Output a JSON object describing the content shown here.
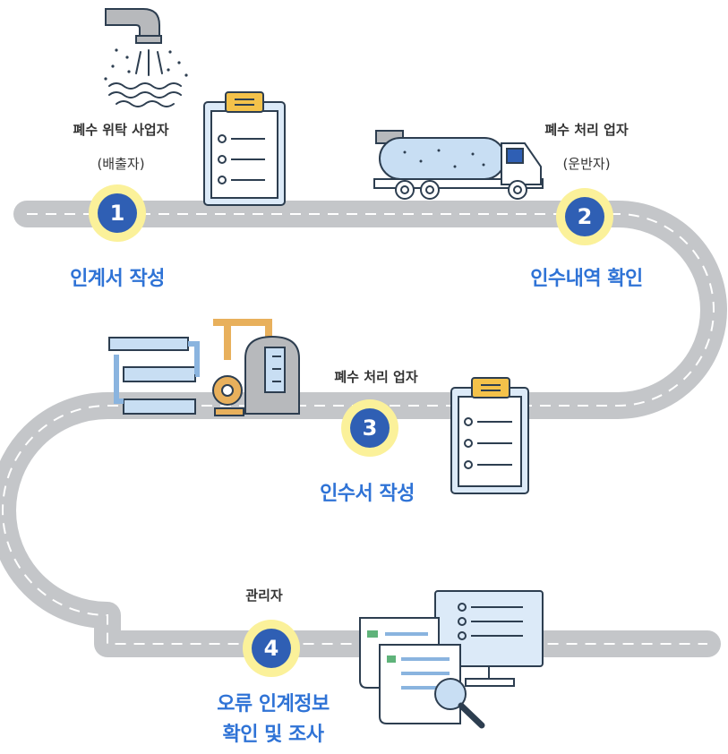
{
  "steps": [
    {
      "number": "1",
      "actor": "폐수 위탁 사업자",
      "actor_sub": "(배출자)",
      "title": "인계서 작성"
    },
    {
      "number": "2",
      "actor": "폐수 처리 업자",
      "actor_sub": "(운반자)",
      "title": "인수내역 확인"
    },
    {
      "number": "3",
      "actor": "폐수 처리 업자",
      "title": "인수서 작성"
    },
    {
      "number": "4",
      "actor": "관리자",
      "title_line1": "오류 인계정보",
      "title_line2": "확인 및 조사"
    }
  ],
  "icons": [
    "faucet-wastewater-icon",
    "clipboard-checklist-icon",
    "tanker-truck-icon",
    "treatment-plant-icon",
    "clipboard-checklist-icon",
    "documents-monitor-search-icon"
  ],
  "colors": {
    "road": "#c4c6c9",
    "road_dash": "#ffffff",
    "badge_ring": "#fbf19a",
    "badge_core": "#2f5fb4",
    "title": "#2f73d6",
    "actor": "#333333",
    "outline": "#2d3e50",
    "paper": "#dceaf8",
    "clip": "#f4c24a",
    "water": "#c8def3"
  }
}
